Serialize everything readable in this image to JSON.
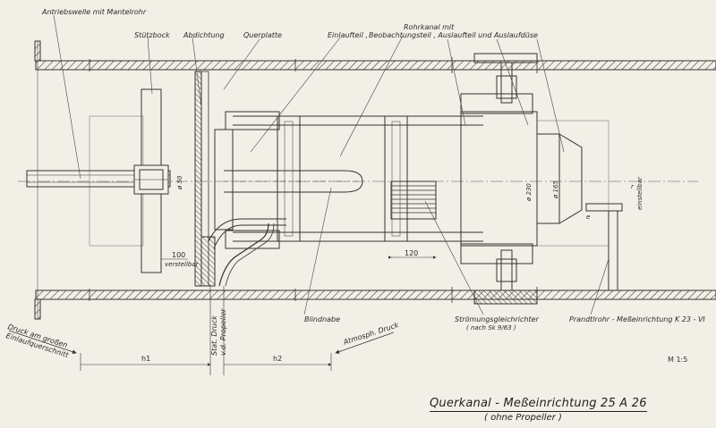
{
  "labels": {
    "antriebswelle": "Antriebswelle mit Mantelrohr",
    "stuetzbock": "Stützbock",
    "abdichtung": "Abdichtung",
    "querplatte": "Querplatte",
    "einlaufteil": "Einlaufteil ,",
    "rohrkanal_line1": "Rohrkanal mit",
    "rohrkanal_line2": "Beobachtungsteil , Auslaufteil und Auslaufdüse",
    "blindnabe": "Blindnabe",
    "stroemung_line1": "Strömungsgleichrichter",
    "stroemung_line2": "( nach Sk 9/63 )",
    "prandtl": "Prandtlrohr - Meßeinrichtung K 23 - VI",
    "druck_line1": "Druck am großen",
    "druck_line2": "Einlaufquerschnitt",
    "stat_druck_line1": "Stat. Druck",
    "stat_druck_line2": "v.d. Propeller",
    "atmosph_druck": "Atmosph. Druck",
    "h1": "h1",
    "h2": "h2",
    "dim_100": "100",
    "dim_verstellbar": "verstellbar",
    "dim_120": "120",
    "dim_50": "ø 50",
    "dim_230": "ø 230",
    "dim_165": "ø 165",
    "dim_r": "r",
    "dim_einstellbar": "einstellbar",
    "dim_e": "e",
    "scale": "M 1:5"
  },
  "title": "Querkanal - Meßeinrichtung 25 A 26",
  "subtitle": "( ohne Propeller )"
}
